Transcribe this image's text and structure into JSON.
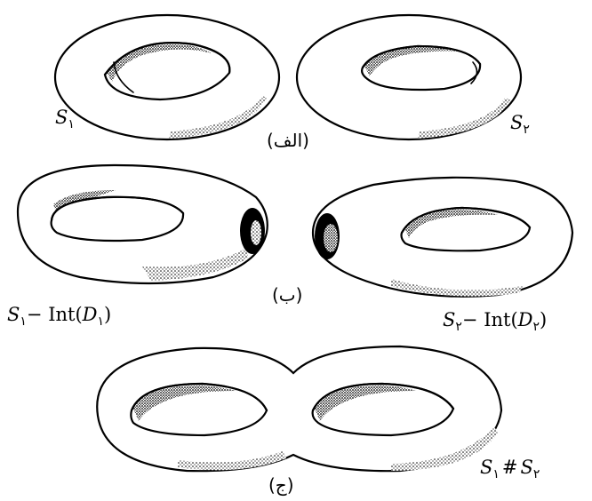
{
  "captions": {
    "row1": "(الف)",
    "row2": "(ب)",
    "row3": "(ج)"
  },
  "labels": {
    "s1": {
      "symbol": "S",
      "index": "۱"
    },
    "s2": {
      "symbol": "S",
      "index": "۲"
    },
    "s1_minus_disk": {
      "symbol": "S",
      "index": "۱",
      "op": "− Int(",
      "disk": "D",
      "disk_index": "۱",
      "close": ")"
    },
    "s2_minus_disk": {
      "symbol": "S",
      "index": "۲",
      "op": "− Int(",
      "disk": "D",
      "disk_index": "۲",
      "close": ")"
    },
    "connected_sum": {
      "symbol": "S",
      "index": "۱",
      "op": "#",
      "symbol2": "S",
      "index2": "۲"
    }
  }
}
